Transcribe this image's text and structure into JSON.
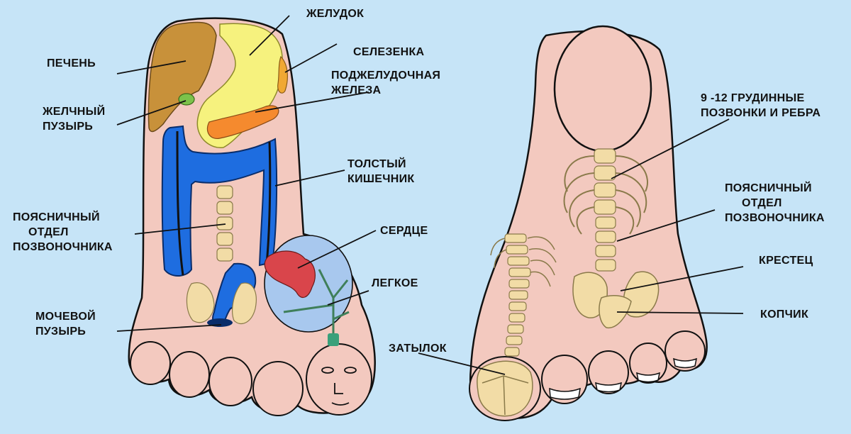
{
  "colors": {
    "background": "#c6e4f7",
    "skin": "#f3c9bf",
    "outline": "#111111",
    "liver": "#c8913a",
    "stomach": "#f6f27e",
    "spleen": "#f0a833",
    "pancreas": "#f58a2e",
    "gallbladder": "#7cc24a",
    "colon": "#1e6de0",
    "bone": "#f2dca6",
    "heart": "#d9454b",
    "lung": "#a8c8ee",
    "bronchi": "#3f7f5a"
  },
  "left_foot": {
    "labels": {
      "liver": "ПЕЧЕНЬ",
      "stomach": "ЖЕЛУДОК",
      "spleen": "СЕЛЕЗЕНКА",
      "pancreas_1": "ПОДЖЕЛУДОЧНАЯ",
      "pancreas_2": "ЖЕЛЕЗА",
      "gallbladder_1": "ЖЕЛЧНЫЙ",
      "gallbladder_2": "ПУЗЫРЬ",
      "colon_1": "ТОЛСТЫЙ",
      "colon_2": "КИШЕЧНИК",
      "lumbar_1": "ПОЯСНИЧНЫЙ",
      "lumbar_2": "ОТДЕЛ",
      "lumbar_3": "ПОЗВОНОЧНИКА",
      "heart": "СЕРДЦЕ",
      "lung": "ЛЕГКОЕ",
      "bladder_1": "МОЧЕВОЙ",
      "bladder_2": "ПУЗЫРЬ"
    }
  },
  "right_foot": {
    "labels": {
      "thoracic_1": "9 -12 ГРУДИННЫЕ",
      "thoracic_2": "ПОЗВОНКИ И РЕБРА",
      "lumbar_1": "ПОЯСНИЧНЫЙ",
      "lumbar_2": "ОТДЕЛ",
      "lumbar_3": "ПОЗВОНОЧНИКА",
      "sacrum": "КРЕСТЕЦ",
      "coccyx": "КОПЧИК",
      "occiput": "ЗАТЫЛОК"
    }
  }
}
